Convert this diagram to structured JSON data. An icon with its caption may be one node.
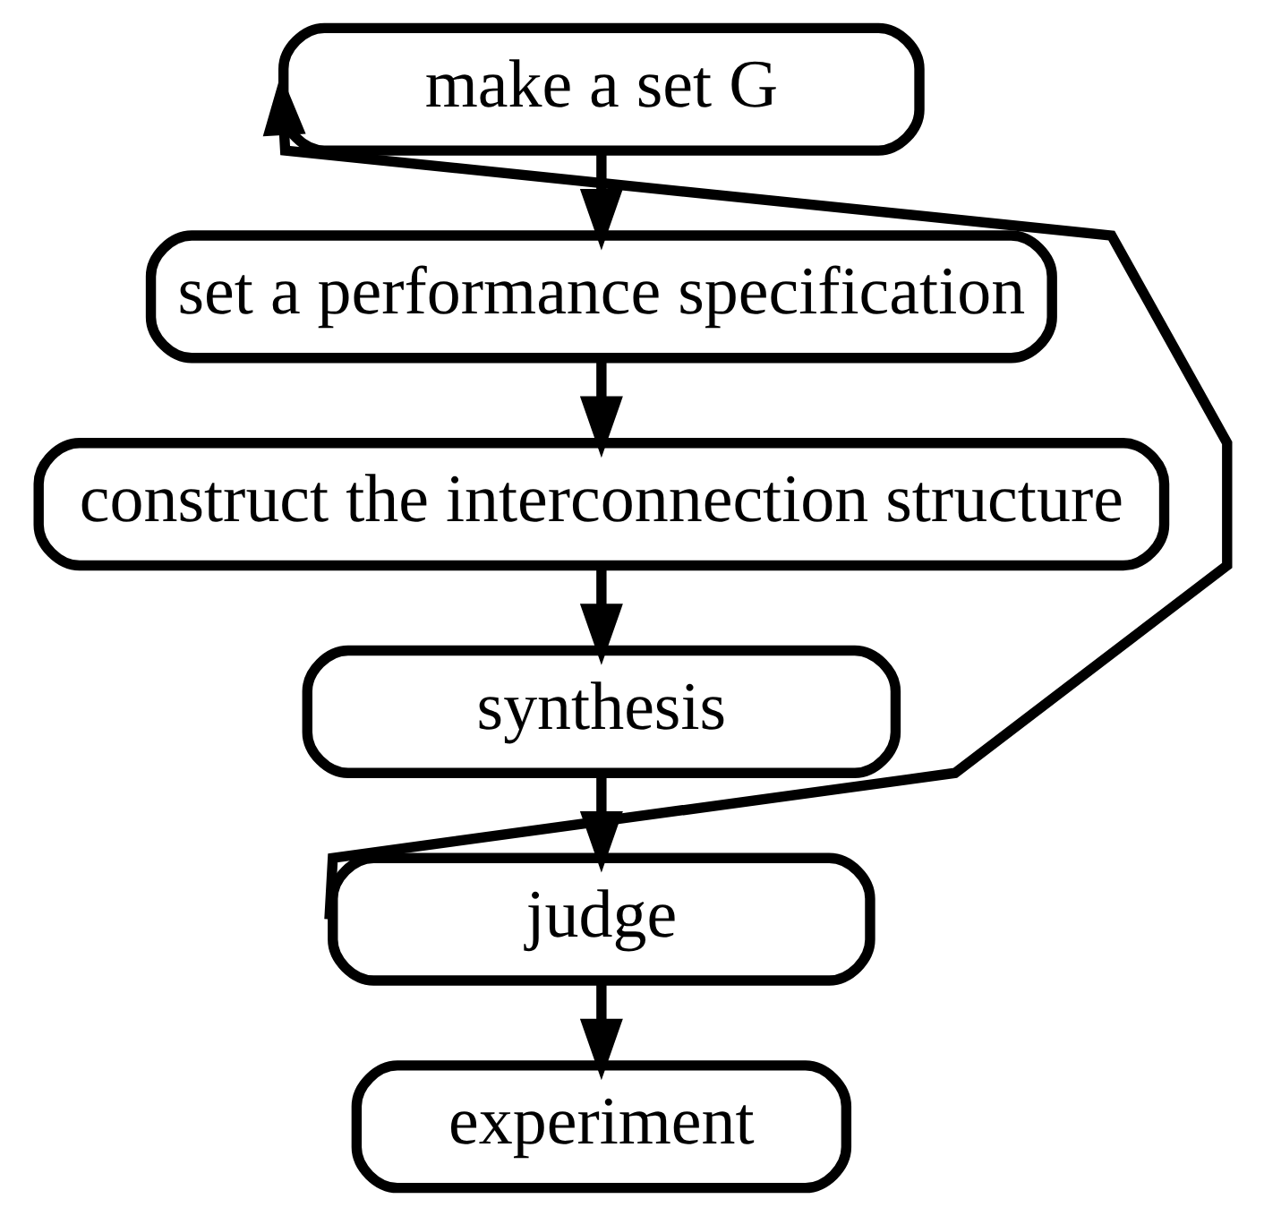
{
  "diagram": {
    "nodes": [
      {
        "text": [
          "make a set G"
        ]
      },
      {
        "text": [
          "set a performance specification"
        ]
      },
      {
        "text": [
          "construct the interconnection structure"
        ]
      },
      {
        "text": [
          "synthesis"
        ]
      },
      {
        "text": [
          "judge"
        ]
      },
      {
        "text": [
          "experiment"
        ]
      }
    ],
    "edges": [
      {
        "from": 0,
        "to": 1,
        "arrow": "to"
      },
      {
        "from": 1,
        "to": 2,
        "arrow": "to"
      },
      {
        "from": 2,
        "to": 3,
        "arrow": "to"
      },
      {
        "from": 3,
        "to": 4,
        "arrow": "to"
      },
      {
        "from": 4,
        "to": 5,
        "arrow": "to"
      },
      {
        "from": 4,
        "to": 0,
        "arrow": "to"
      }
    ]
  }
}
